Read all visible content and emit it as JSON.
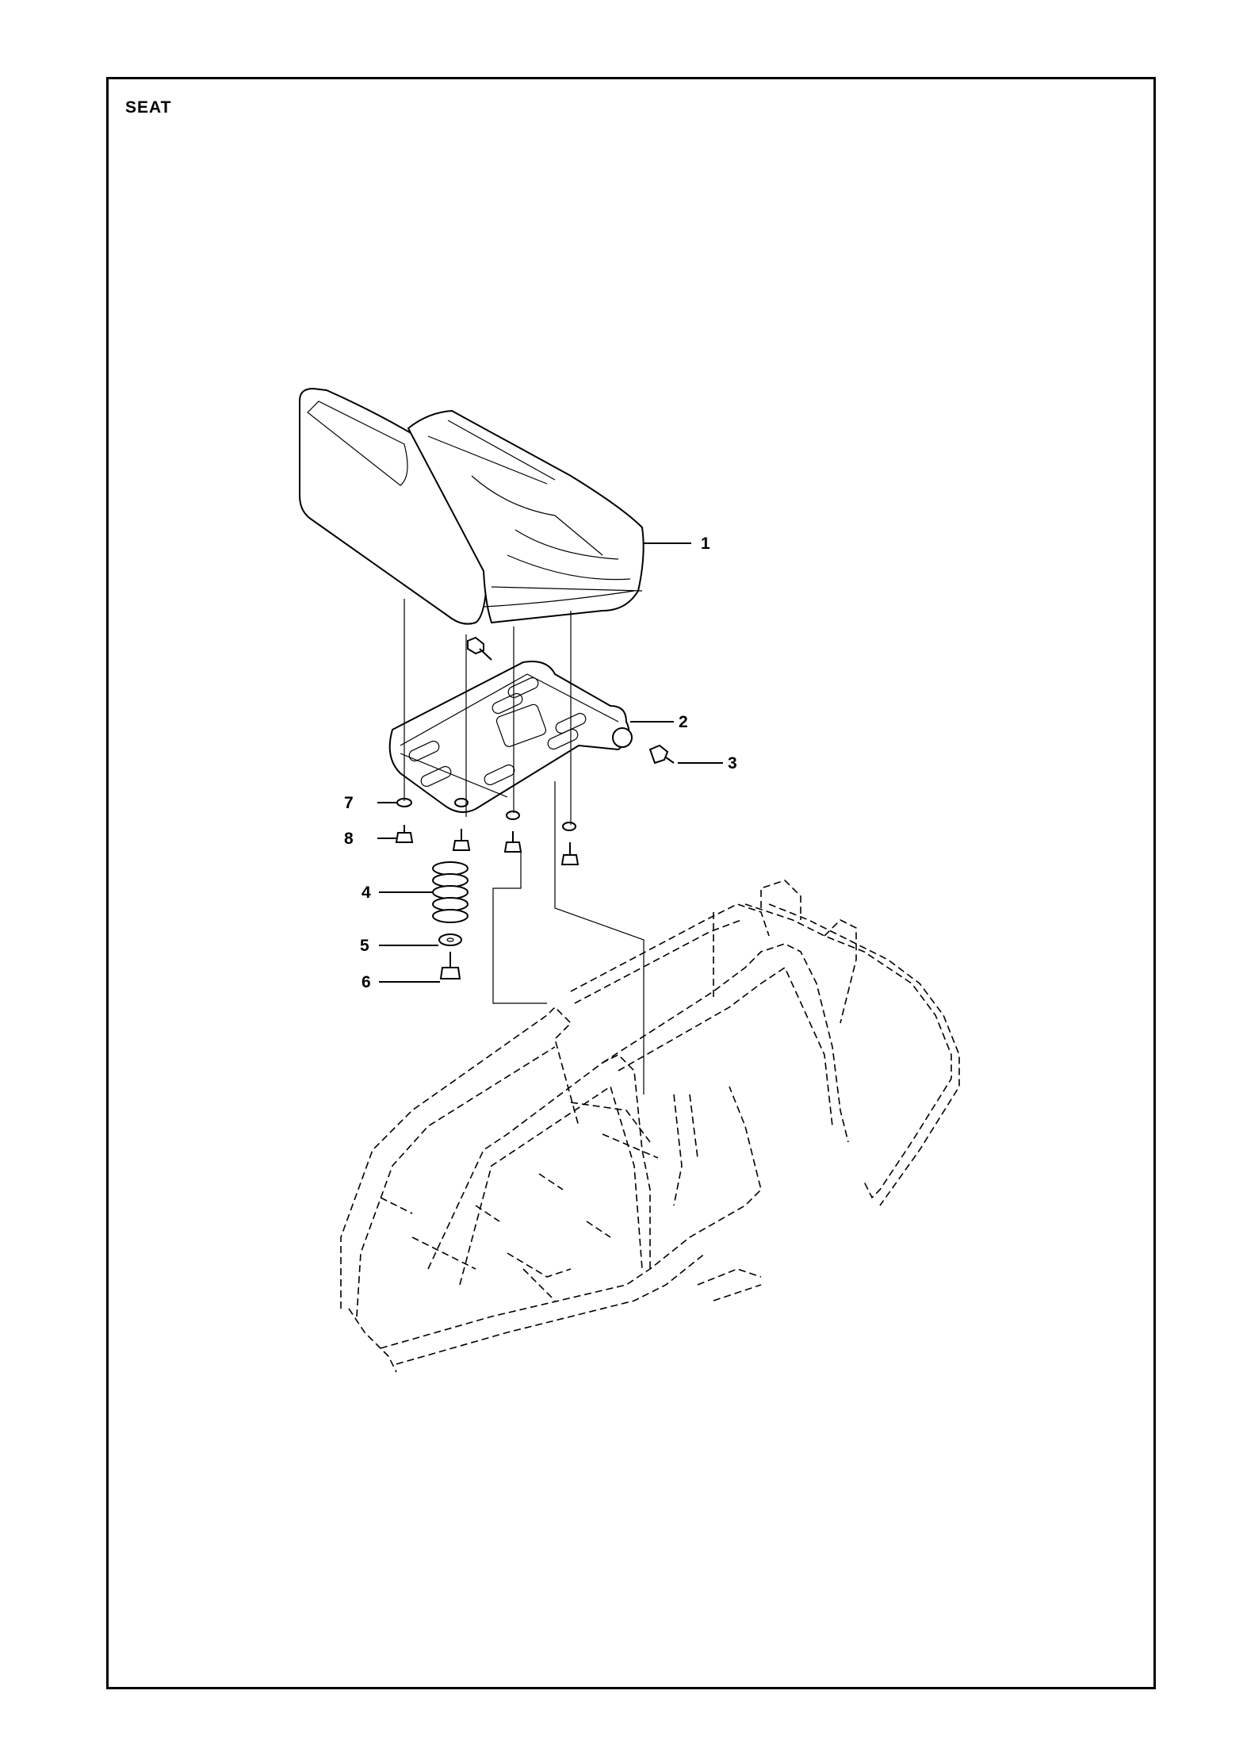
{
  "page": {
    "title": "SEAT"
  },
  "callouts": [
    "1",
    "2",
    "3",
    "4",
    "5",
    "6",
    "7",
    "8"
  ],
  "colors": {
    "ink": "#000000",
    "paper": "#ffffff"
  },
  "parts": [
    {
      "callout": "1",
      "icon": "seat-cushion-icon"
    },
    {
      "callout": "2",
      "icon": "seat-bracket-icon"
    },
    {
      "callout": "3",
      "icon": "bolt-icon"
    },
    {
      "callout": "4",
      "icon": "spring-icon"
    },
    {
      "callout": "5",
      "icon": "washer-icon"
    },
    {
      "callout": "6",
      "icon": "bolt-icon"
    },
    {
      "callout": "7",
      "icon": "washer-icon"
    },
    {
      "callout": "8",
      "icon": "bolt-icon"
    }
  ]
}
